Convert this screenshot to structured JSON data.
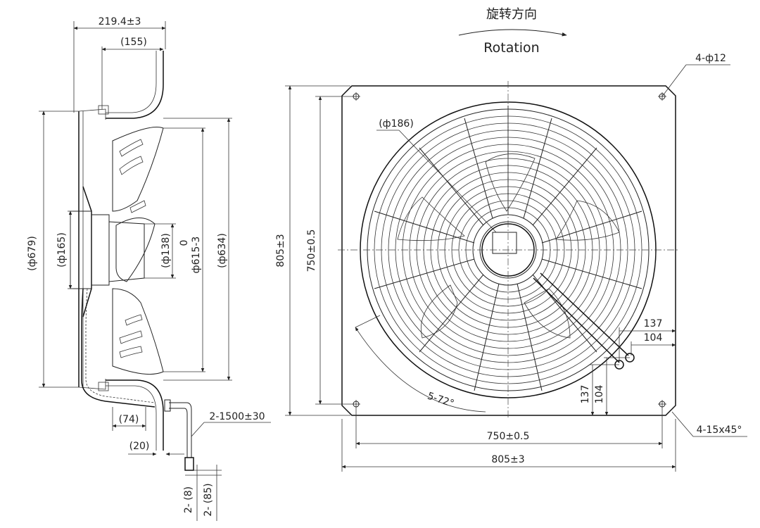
{
  "rotation": {
    "label_cn": "旋转方向",
    "label_en": "Rotation"
  },
  "side_view": {
    "depth": "219.4±3",
    "guard_depth": "(155)",
    "outer_dia": "(ф679)",
    "hub_dia": "(ф165)",
    "shaft_dia": "(ф138)",
    "zero": "0",
    "impeller_dia": "ф615-3",
    "guard_dia": "(ф634)",
    "cable_offset": "(74)",
    "cable_gap": "(20)",
    "cable_length": "2-1500±30",
    "wire_a": "2- (8)",
    "wire_b": "2- (85)"
  },
  "front_view": {
    "hole_spec": "4-ф12",
    "center_dia": "(ф186)",
    "overall_height": "805±3",
    "hole_pitch_v": "750±0.5",
    "hole_pitch_h": "750±0.5",
    "overall_width": "805±3",
    "spokes": "5-72°",
    "corner_chamfer": "4-15x45°",
    "cable_h1": "137",
    "cable_h2": "104",
    "cable_v1": "137",
    "cable_v2": "104"
  }
}
